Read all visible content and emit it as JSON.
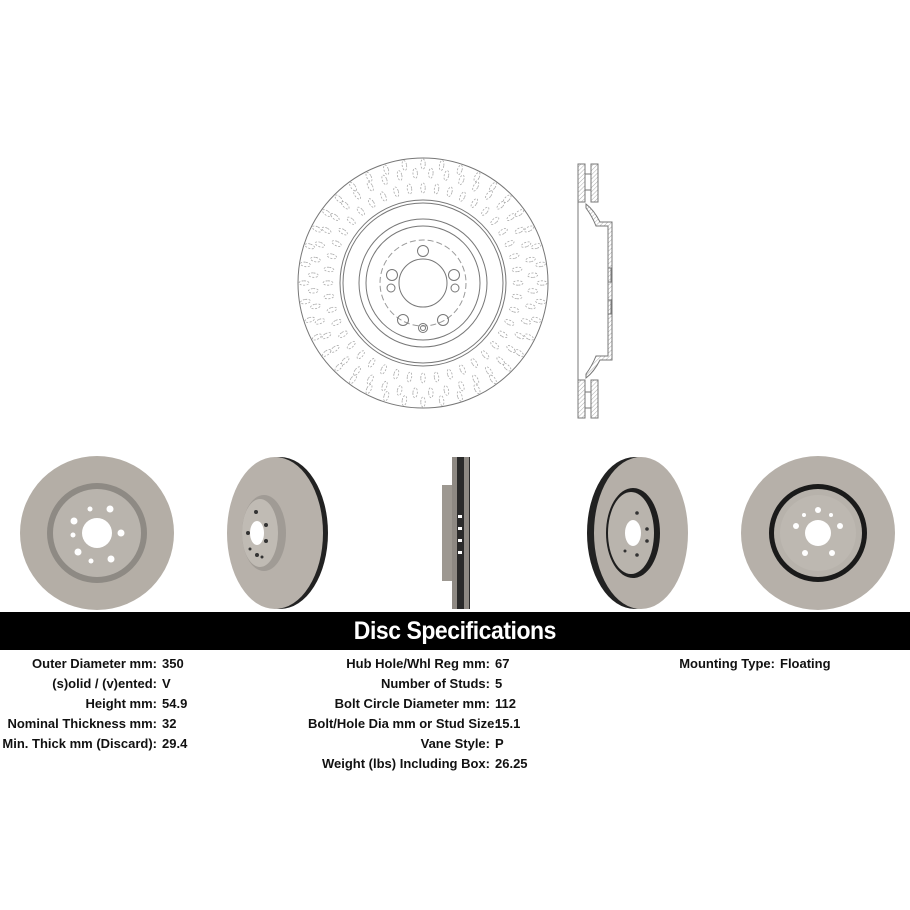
{
  "page": {
    "background": "#ffffff"
  },
  "drawings": {
    "front_view": {
      "label": "front-technical-drawing",
      "line_color": "#6a6a6a"
    },
    "side_view": {
      "label": "cross-section-drawing",
      "line_color": "#6a6a6a"
    }
  },
  "photos": [
    {
      "name": "photo-front-face",
      "color": "#b3ada5"
    },
    {
      "name": "photo-angled-left",
      "color": "#b3ada5"
    },
    {
      "name": "photo-side-profile",
      "color": "#9f9a94"
    },
    {
      "name": "photo-angled-right",
      "color": "#b3ada5"
    },
    {
      "name": "photo-back-face",
      "color": "#b3ada5"
    }
  ],
  "banner": {
    "title": "Disc Specifications",
    "background": "#000000",
    "text_color": "#ffffff"
  },
  "specs": {
    "column1": [
      {
        "label": "Outer Diameter mm:",
        "value": "350"
      },
      {
        "label": "(s)olid / (v)ented:",
        "value": "V"
      },
      {
        "label": "Height mm:",
        "value": "54.9"
      },
      {
        "label": "Nominal Thickness mm:",
        "value": "32"
      },
      {
        "label": "Min. Thick mm (Discard):",
        "value": "29.4"
      }
    ],
    "column2": [
      {
        "label": "Hub Hole/Whl Reg mm:",
        "value": "67"
      },
      {
        "label": "Number of Studs:",
        "value": "5"
      },
      {
        "label": "Bolt Circle Diameter mm:",
        "value": "112"
      },
      {
        "label": "Bolt/Hole Dia mm or Stud Size:",
        "value": "15.1"
      },
      {
        "label": "Vane Style:",
        "value": "P"
      },
      {
        "label": "Weight (lbs) Including Box:",
        "value": "26.25"
      }
    ],
    "column3": [
      {
        "label": "Mounting Type:",
        "value": "Floating"
      }
    ]
  }
}
